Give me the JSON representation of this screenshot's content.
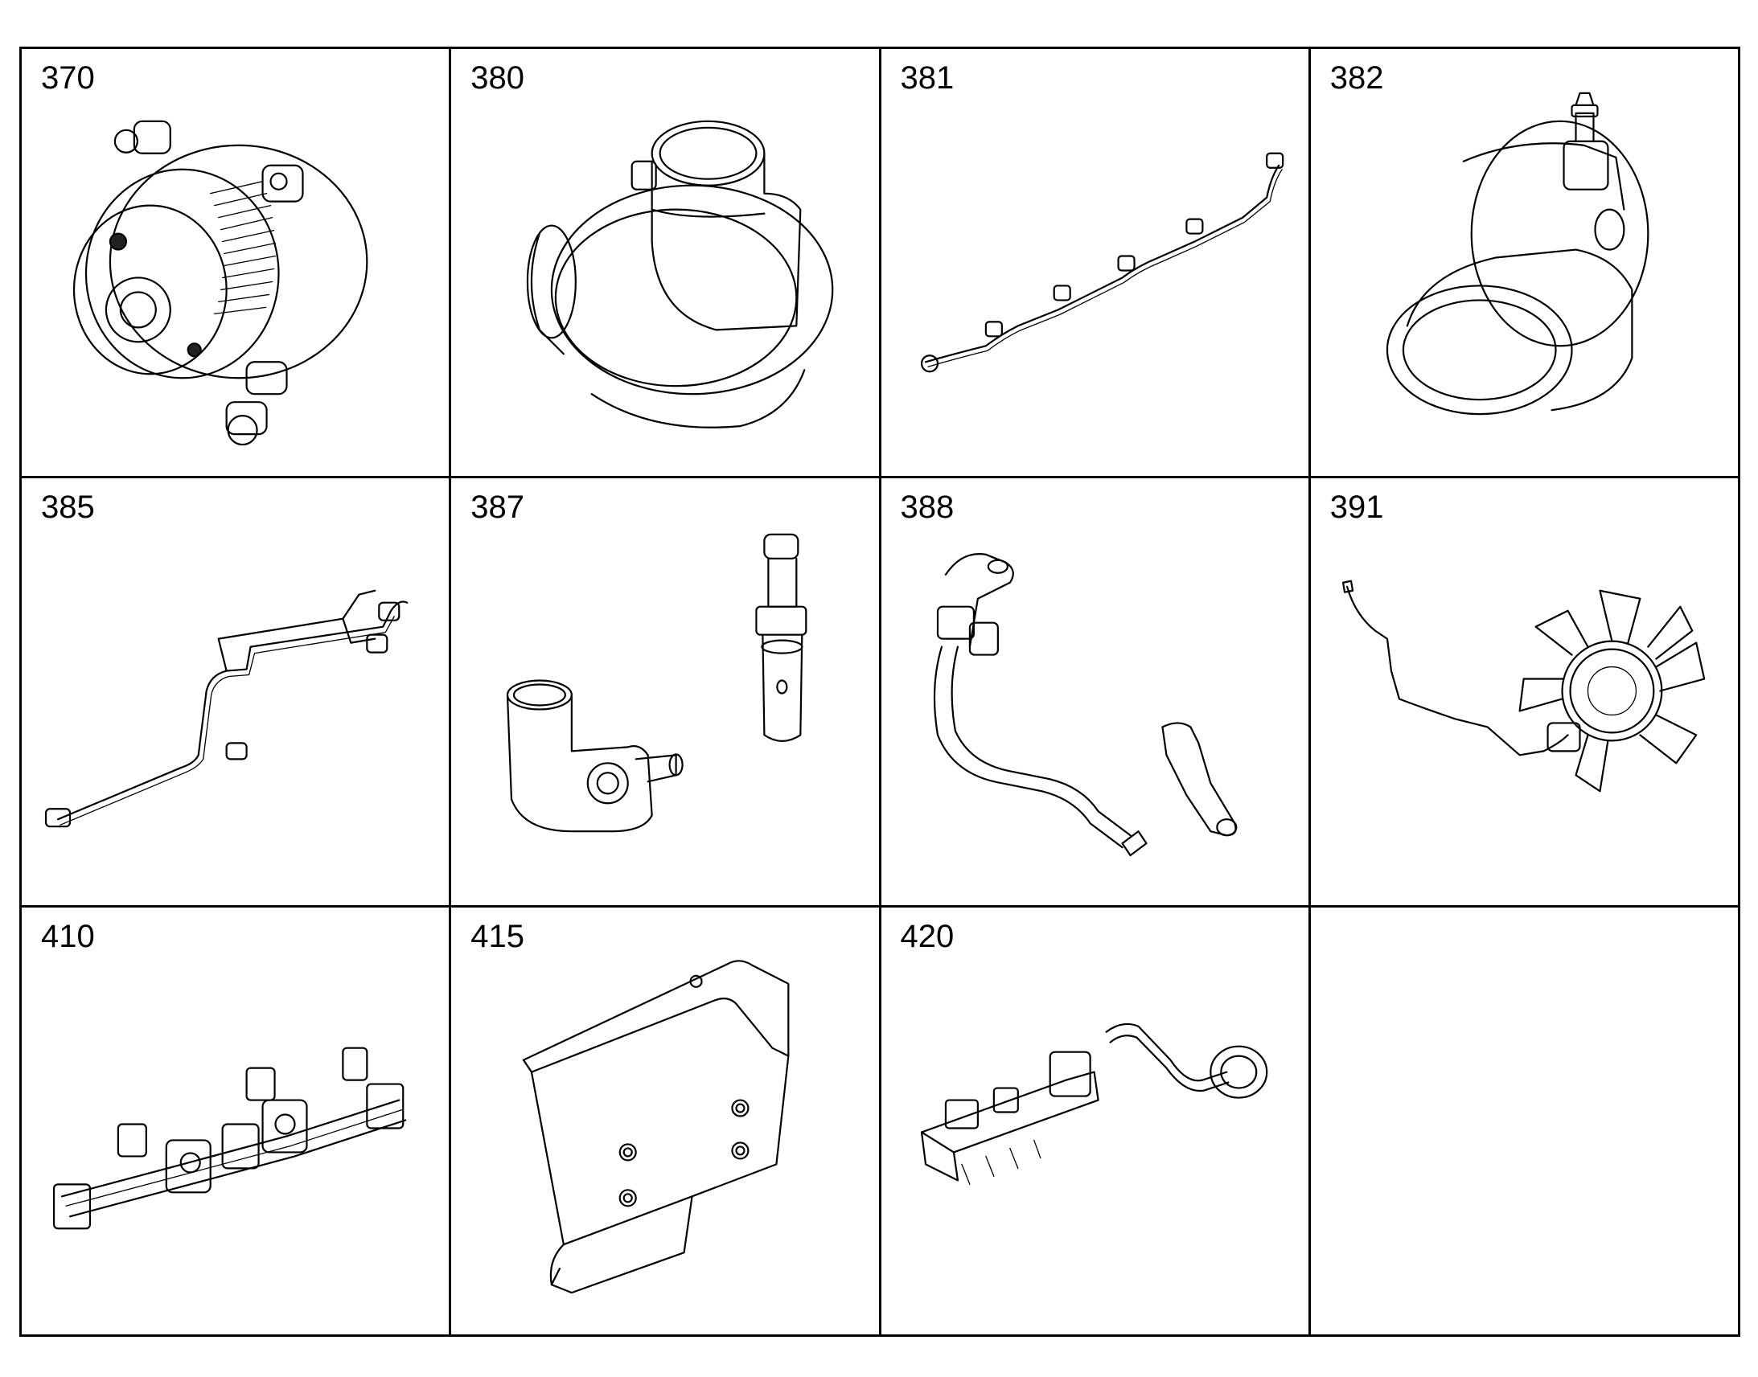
{
  "cells": [
    {
      "label": "370",
      "icon": "water-pump-icon"
    },
    {
      "label": "380",
      "icon": "thermostat-housing-icon"
    },
    {
      "label": "381",
      "icon": "wire-harness-icon"
    },
    {
      "label": "382",
      "icon": "elbow-housing-icon"
    },
    {
      "label": "385",
      "icon": "tube-assembly-icon"
    },
    {
      "label": "387",
      "icon": "water-outlet-connector-icon"
    },
    {
      "label": "388",
      "icon": "coolant-pipe-icon"
    },
    {
      "label": "391",
      "icon": "fan-drive-icon"
    },
    {
      "label": "410",
      "icon": "exhaust-manifold-icon"
    },
    {
      "label": "415",
      "icon": "heat-shield-icon"
    },
    {
      "label": "420",
      "icon": "egr-assembly-icon"
    },
    {
      "label": "",
      "icon": ""
    }
  ]
}
